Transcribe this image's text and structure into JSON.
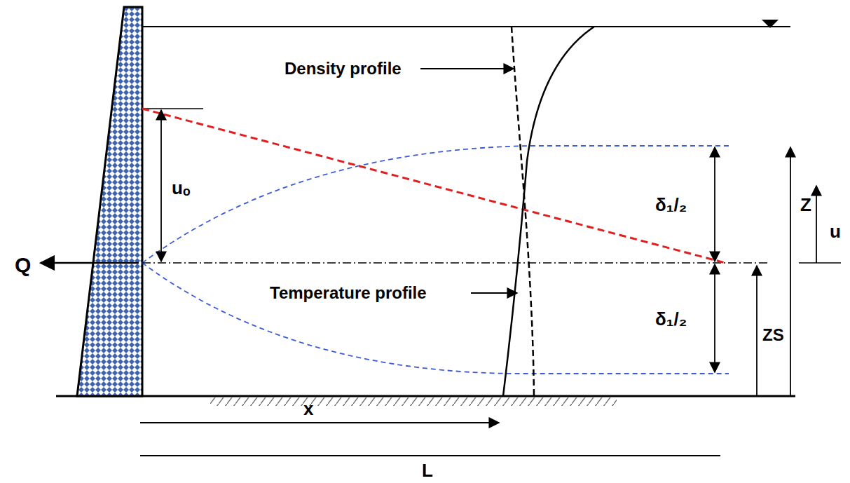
{
  "diagram": {
    "labels": [
      "Density profile",
      "uₒ",
      "δ₁/₂",
      "Z",
      "u",
      "Q",
      "Temperature profile",
      "δ₁/₂",
      "ZS",
      "x",
      "L"
    ]
  }
}
